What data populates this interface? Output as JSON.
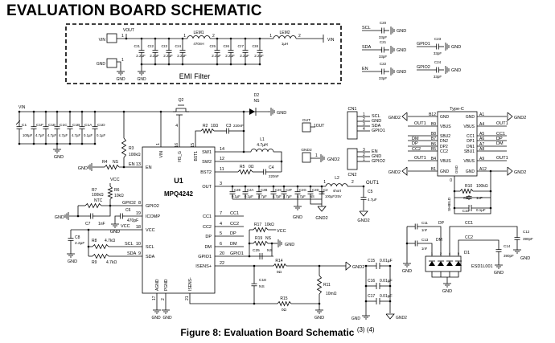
{
  "title": "EVALUATION BOARD SCHEMATIC",
  "caption": {
    "text": "Figure 8: Evaluation Board Schematic",
    "refs": "(3) (4)"
  },
  "emi_filter": {
    "label": "EMI Filter",
    "vin_in": "VIN",
    "vout_node": "VOUT",
    "gnd_in": "GND",
    "vin_out": "VIN",
    "pin1_vin": "1",
    "pin1_gnd": "1",
    "gnd_a": "GND",
    "gnd_b": "GND",
    "lem1": {
      "ref": "LEM1",
      "value": "470nH",
      "pin1": "1",
      "pin2": "2"
    },
    "lem2": {
      "ref": "LEM2",
      "value": "1µH",
      "pin1": "1",
      "pin2": "2"
    },
    "caps": [
      {
        "ref": "CI1",
        "value": "2.2µF"
      },
      {
        "ref": "CI2",
        "value": "2.2µF"
      },
      {
        "ref": "CI3",
        "value": "2.2µF"
      },
      {
        "ref": "CI4",
        "value": "2.2µF"
      },
      {
        "ref": "CI5",
        "value": "2.2µF"
      },
      {
        "ref": "CI6",
        "value": "2.2µF"
      },
      {
        "ref": "CI7",
        "value": "2.2µF"
      },
      {
        "ref": "CI8",
        "value": "2.2µF"
      }
    ]
  },
  "decoupling": [
    {
      "net": "SCL",
      "ref": "C20",
      "value": "33pF",
      "gnd": "GND"
    },
    {
      "net": "SDA",
      "ref": "C21",
      "value": "33pF",
      "gnd": "GND"
    },
    {
      "net": "EN",
      "ref": "C22",
      "value": "33pF",
      "gnd": "GND"
    },
    {
      "net": "GPIO1",
      "ref": "C23",
      "value": "33pF",
      "gnd": "GND"
    },
    {
      "net": "GPIO2",
      "ref": "C24",
      "value": "33pF",
      "gnd": "GND"
    }
  ],
  "input": {
    "vin": "VIN",
    "gnd": "GND",
    "caps": [
      {
        "ref": "C1",
        "value": "100µF"
      },
      {
        "ref": "C1F",
        "value": "4.7µF"
      },
      {
        "ref": "C1E",
        "value": "4.7µF"
      },
      {
        "ref": "C1C",
        "value": "4.7µF"
      },
      {
        "ref": "C1B",
        "value": "4.7µF"
      },
      {
        "ref": "C1A",
        "value": "0.1µF"
      },
      {
        "ref": "C1D",
        "value": "0.1µF"
      }
    ]
  },
  "u1": {
    "ref": "U1",
    "part": "MPQ4242",
    "pins_left": [
      {
        "name": "EN",
        "num": "13"
      },
      {
        "name": "GPIO2",
        "num": "8"
      },
      {
        "name": "ICOMP",
        "num": "19"
      },
      {
        "name": "VCC",
        "num": "18"
      },
      {
        "name": "SCL",
        "num": "10"
      },
      {
        "name": "SDA",
        "num": "9"
      }
    ],
    "pins_right": [
      {
        "name": "SW1",
        "num": "14"
      },
      {
        "name": "SW2",
        "num": "12"
      },
      {
        "name": "BST2",
        "num": "11"
      },
      {
        "name": "OUT",
        "num": "3"
      },
      {
        "name": "CC1",
        "num": "7"
      },
      {
        "name": "CC2",
        "num": "4"
      },
      {
        "name": "DP",
        "num": "5"
      },
      {
        "name": "DM",
        "num": "6"
      },
      {
        "name": "GPIO1",
        "num": "20"
      },
      {
        "name": "ISENS+",
        "num": "22"
      }
    ],
    "pins_top": [
      {
        "name": "VIN",
        "num": "1"
      },
      {
        "name": "HS_G",
        "num": "16"
      },
      {
        "name": "BST1",
        "num": "15"
      }
    ],
    "pins_bottom": [
      {
        "name": "AGND",
        "num": "17"
      },
      {
        "name": "PGND",
        "num": "2"
      },
      {
        "name": "ISENS-",
        "num": "21"
      }
    ]
  },
  "q2": {
    "ref": "Q2",
    "pin": "4"
  },
  "d2": {
    "ref": "D2",
    "value": "NS",
    "gnd": "GND"
  },
  "r3": {
    "ref": "R3",
    "value": "100kΩ"
  },
  "r4": {
    "ref": "R4",
    "value": "NS",
    "gnd": "GND"
  },
  "r2": {
    "ref": "R2",
    "value": "10Ω"
  },
  "c3": {
    "ref": "C3",
    "value": "220nF"
  },
  "l1": {
    "ref": "L1",
    "value": "4.7µH"
  },
  "r5": {
    "ref": "R5",
    "value": "0Ω"
  },
  "c4": {
    "ref": "C4",
    "value": "220nF"
  },
  "output": {
    "caps": [
      {
        "ref": "C2E",
        "value": "0.1µF"
      },
      {
        "ref": "C2A",
        "value": "0.1µF"
      },
      {
        "ref": "C2B",
        "value": "4.7µF"
      },
      {
        "ref": "C2C",
        "value": "4.7µF"
      },
      {
        "ref": "C2F",
        "value": "4.7µF"
      },
      {
        "ref": "C2G",
        "value": "4.7µF"
      },
      {
        "ref": "C2D",
        "value": "NS"
      },
      {
        "ref": "C2",
        "value": "100µF/25V"
      }
    ],
    "gnd": "GND",
    "gnd2": "GND2",
    "l2": {
      "ref": "L2",
      "value": "short",
      "pin1": "1",
      "pin2": "2"
    },
    "out1": "OUT1",
    "c5": {
      "ref": "C5",
      "value": "4.7µF"
    },
    "c5_gnd": "GND2"
  },
  "cn1": {
    "ref": "CN1",
    "pins": [
      {
        "num": "1",
        "name": "SCL"
      },
      {
        "num": "2",
        "name": "GND"
      },
      {
        "num": "3",
        "name": "SDA"
      },
      {
        "num": "4",
        "name": "GPIO1"
      }
    ]
  },
  "cn2": {
    "ref": "CN2",
    "pins": [
      {
        "num": "3",
        "name": "EN"
      },
      {
        "num": "2",
        "name": "GND"
      },
      {
        "num": "1",
        "name": "GPIO2"
      }
    ]
  },
  "out_conn": {
    "ref": "OUT",
    "pin": "1OUT"
  },
  "gnd2_conn": {
    "ref": "GND2",
    "pin": "1",
    "gnd": "GND2"
  },
  "typec": {
    "ref": "Type-C",
    "left": [
      {
        "pin": "B12",
        "name": "GND",
        "net": "GND2"
      },
      {
        "pin": "B9",
        "name": "VBUS",
        "net": "OUT1"
      },
      {
        "pin": "B8",
        "name": "SBU2",
        "net": ""
      },
      {
        "pin": "B7",
        "name": "DN2",
        "net": "DM"
      },
      {
        "pin": "B6",
        "name": "DP2",
        "net": "DP"
      },
      {
        "pin": "B5",
        "name": "CC2",
        "net": "CC2"
      },
      {
        "pin": "B4",
        "name": "VBUS",
        "net": "OUT1"
      },
      {
        "pin": "B1",
        "name": "GND",
        "net": "GND2"
      }
    ],
    "right": [
      {
        "pin": "A1",
        "name": "GND",
        "net": "GND2"
      },
      {
        "pin": "A4",
        "name": "VBUS",
        "net": "OUT1"
      },
      {
        "pin": "A5",
        "name": "CC1",
        "net": "CC1"
      },
      {
        "pin": "A6",
        "name": "DP1",
        "net": "DP"
      },
      {
        "pin": "A7",
        "name": "DN1",
        "net": "DM"
      },
      {
        "pin": "A8",
        "name": "SBU1",
        "net": ""
      },
      {
        "pin": "A9",
        "name": "VBUS",
        "net": "OUT1"
      },
      {
        "pin": "A12",
        "name": "GND",
        "net": "GND2"
      }
    ],
    "gnd_label": "GND",
    "shield": "SHIELD",
    "shield_pin": "0",
    "r10": {
      "ref": "R10",
      "value": "100kΩ"
    },
    "c9": {
      "ref": "C9",
      "value": "1nF"
    },
    "c10": {
      "ref": "C10",
      "value": "0.1µF"
    }
  },
  "esd": {
    "ref": "D1",
    "part": "ESD1L001",
    "pins": [
      "1",
      "2",
      "4",
      "5"
    ],
    "gnd": "GND",
    "gnd_left": "GND",
    "gnd_c12": "GND",
    "gnd_c14": "GND",
    "c11": {
      "ref": "C11",
      "value": "1nF"
    },
    "c13": {
      "ref": "C13",
      "value": "1nF"
    },
    "c12": {
      "ref": "C12",
      "value": "390pF"
    },
    "c14": {
      "ref": "C14",
      "value": "390pF"
    },
    "nets": {
      "dp": "DP",
      "dm": "DM",
      "cc1": "CC1",
      "cc2": "CC2"
    }
  },
  "gpio2_ckt": {
    "vcc": "VCC",
    "r6": {
      "ref": "R6",
      "value": "10kΩ"
    },
    "r7": {
      "ref": "R7",
      "value": "100kΩ",
      "type": "NTC"
    },
    "c7": {
      "ref": "C7",
      "value": "1nF"
    },
    "gnd": "GND",
    "c6": {
      "ref": "C6",
      "value": "470pF"
    },
    "c6_gnd": "GND"
  },
  "i2c_ckt": {
    "c8": {
      "ref": "C8",
      "value": "2.2µF"
    },
    "gnd": "GND",
    "r8": {
      "ref": "R8",
      "value": "4.7kΩ"
    },
    "r9": {
      "ref": "R9",
      "value": "4.7kΩ"
    }
  },
  "right_ckt": {
    "r17": {
      "ref": "R17",
      "value": "10kΩ"
    },
    "vcc": "VCC",
    "r19": {
      "ref": "R19",
      "value": "NS"
    },
    "r19_gnd": "GND",
    "c25": {
      "ref": "C25",
      "value": "NS"
    },
    "r14": {
      "ref": "R14",
      "value": "0Ω"
    },
    "gnd2": "GND2",
    "r11": {
      "ref": "R11",
      "value": "10mΩ"
    },
    "c18": {
      "ref": "C18",
      "value": "NS"
    },
    "r15": {
      "ref": "R15",
      "value": "0Ω"
    },
    "gnd": "GND",
    "agnd_gnd": "GND",
    "pgnd_gnd": "GND"
  },
  "bypass": {
    "c15": {
      "ref": "C15",
      "value": "0.01µF"
    },
    "c16": {
      "ref": "C16",
      "value": "0.01µF"
    },
    "c17": {
      "ref": "C17",
      "value": "0.01µF"
    },
    "gnd": "GND",
    "gnd2": "GND2"
  }
}
